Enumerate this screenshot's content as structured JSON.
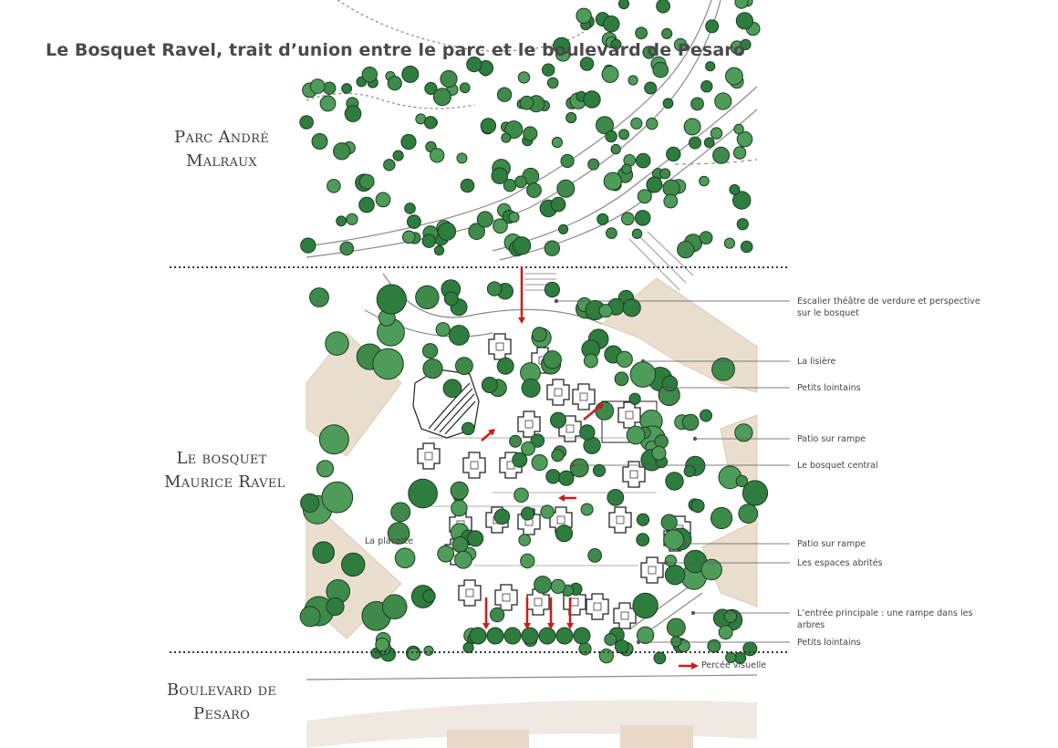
{
  "title": "Le Bosquet Ravel, trait d’union entre le parc et le boulevard de Pesaro",
  "zones": [
    {
      "line1": "Parc André",
      "line2": "Malraux"
    },
    {
      "line1": "Le bosquet",
      "line2": "Maurice Ravel"
    },
    {
      "line1": "Boulevard de",
      "line2": "Pesaro"
    }
  ],
  "annotations": [
    {
      "line1": "Escalier théâtre de verdure et perspective",
      "line2": "sur le bosquet"
    },
    {
      "line1": "La lisière",
      "line2": ""
    },
    {
      "line1": "Petits lointains",
      "line2": ""
    },
    {
      "line1": "Patio sur rampe",
      "line2": ""
    },
    {
      "line1": "Le bosquet central",
      "line2": ""
    },
    {
      "line1": "Patio sur rampe",
      "line2": ""
    },
    {
      "line1": "Les espaces abrités",
      "line2": ""
    },
    {
      "line1": "L’entrée principale : une rampe dans les",
      "line2": "arbres"
    },
    {
      "line1": "Petits lointains",
      "line2": ""
    }
  ],
  "plan_label": "La placette",
  "legend": {
    "label": "Percée visuelle"
  },
  "colors": {
    "tree_fill": "#2e7d3f",
    "tree_fill_light": "#4f9b5a",
    "building_beige": "#eadfce",
    "arrow_red": "#cc1b1b",
    "title_text": "#4a4a4a"
  }
}
